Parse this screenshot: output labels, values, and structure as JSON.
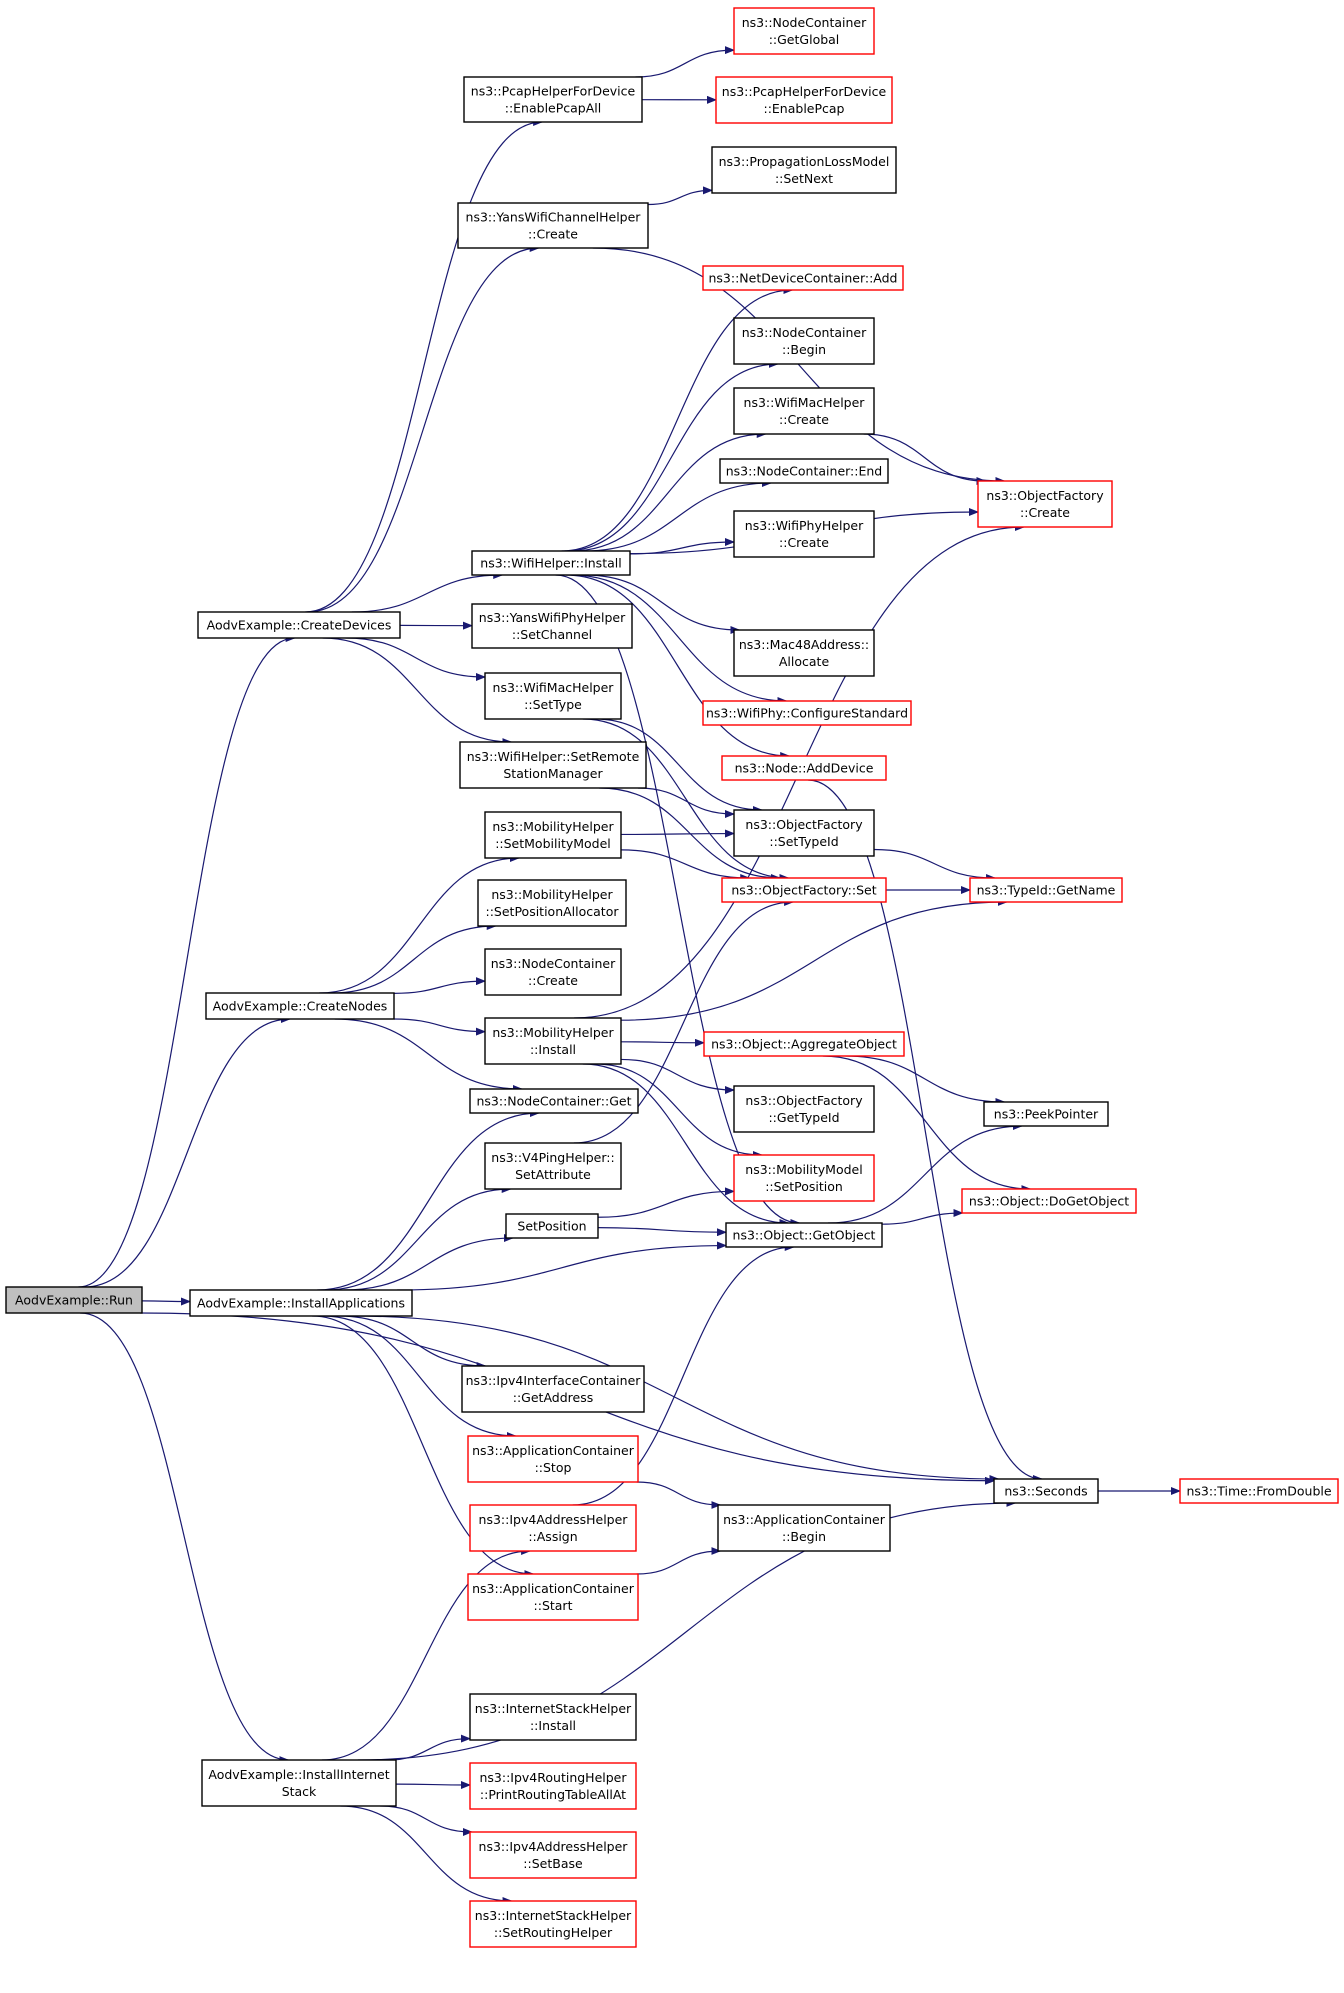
{
  "colors": {
    "edge": "#191970",
    "node_border_black": "#000000",
    "node_border_red": "#ff0000",
    "root_fill": "#bfbfbf",
    "node_fill": "#ffffff"
  },
  "nodes": [
    {
      "id": "run",
      "lines": [
        "AodvExample::Run"
      ],
      "style": "root"
    },
    {
      "id": "createDevices",
      "lines": [
        "AodvExample::CreateDevices"
      ],
      "style": "black"
    },
    {
      "id": "createNodes",
      "lines": [
        "AodvExample::CreateNodes"
      ],
      "style": "black"
    },
    {
      "id": "installApps",
      "lines": [
        "AodvExample::InstallApplications"
      ],
      "style": "black"
    },
    {
      "id": "installInternet",
      "lines": [
        "AodvExample::InstallInternet",
        "Stack"
      ],
      "style": "black"
    },
    {
      "id": "pcapAll",
      "lines": [
        "ns3::PcapHelperForDevice",
        "::EnablePcapAll"
      ],
      "style": "black"
    },
    {
      "id": "yansChanCreate",
      "lines": [
        "ns3::YansWifiChannelHelper",
        "::Create"
      ],
      "style": "black"
    },
    {
      "id": "wifiInstall",
      "lines": [
        "ns3::WifiHelper::Install"
      ],
      "style": "black"
    },
    {
      "id": "yansSetChannel",
      "lines": [
        "ns3::YansWifiPhyHelper",
        "::SetChannel"
      ],
      "style": "black"
    },
    {
      "id": "macSetType",
      "lines": [
        "ns3::WifiMacHelper",
        "::SetType"
      ],
      "style": "black"
    },
    {
      "id": "setRemote",
      "lines": [
        "ns3::WifiHelper::SetRemote",
        "StationManager"
      ],
      "style": "black"
    },
    {
      "id": "mobSetModel",
      "lines": [
        "ns3::MobilityHelper",
        "::SetMobilityModel"
      ],
      "style": "black"
    },
    {
      "id": "mobSetPos",
      "lines": [
        "ns3::MobilityHelper",
        "::SetPositionAllocator"
      ],
      "style": "black"
    },
    {
      "id": "ncCreate",
      "lines": [
        "ns3::NodeContainer",
        "::Create"
      ],
      "style": "black"
    },
    {
      "id": "mobInstall",
      "lines": [
        "ns3::MobilityHelper",
        "::Install"
      ],
      "style": "black"
    },
    {
      "id": "ncGet",
      "lines": [
        "ns3::NodeContainer::Get"
      ],
      "style": "black"
    },
    {
      "id": "v4ping",
      "lines": [
        "ns3::V4PingHelper::",
        "SetAttribute"
      ],
      "style": "black"
    },
    {
      "id": "setPosition",
      "lines": [
        "SetPosition"
      ],
      "style": "black"
    },
    {
      "id": "ipv4GetAddr",
      "lines": [
        "ns3::Ipv4InterfaceContainer",
        "::GetAddress"
      ],
      "style": "black"
    },
    {
      "id": "appStop",
      "lines": [
        "ns3::ApplicationContainer",
        "::Stop"
      ],
      "style": "red"
    },
    {
      "id": "ipv4Assign",
      "lines": [
        "ns3::Ipv4AddressHelper",
        "::Assign"
      ],
      "style": "red"
    },
    {
      "id": "appStart",
      "lines": [
        "ns3::ApplicationContainer",
        "::Start"
      ],
      "style": "red"
    },
    {
      "id": "inetInstall",
      "lines": [
        "ns3::InternetStackHelper",
        "::Install"
      ],
      "style": "black"
    },
    {
      "id": "printRouting",
      "lines": [
        "ns3::Ipv4RoutingHelper",
        "::PrintRoutingTableAllAt"
      ],
      "style": "red"
    },
    {
      "id": "ipv4SetBase",
      "lines": [
        "ns3::Ipv4AddressHelper",
        "::SetBase"
      ],
      "style": "red"
    },
    {
      "id": "setRoutingHelper",
      "lines": [
        "ns3::InternetStackHelper",
        "::SetRoutingHelper"
      ],
      "style": "red"
    },
    {
      "id": "ncGetGlobal",
      "lines": [
        "ns3::NodeContainer",
        "::GetGlobal"
      ],
      "style": "red"
    },
    {
      "id": "enablePcap",
      "lines": [
        "ns3::PcapHelperForDevice",
        "::EnablePcap"
      ],
      "style": "red"
    },
    {
      "id": "propSetNext",
      "lines": [
        "ns3::PropagationLossModel",
        "::SetNext"
      ],
      "style": "black"
    },
    {
      "id": "ndcAdd",
      "lines": [
        "ns3::NetDeviceContainer::Add"
      ],
      "style": "red"
    },
    {
      "id": "ncBegin",
      "lines": [
        "ns3::NodeContainer",
        "::Begin"
      ],
      "style": "black"
    },
    {
      "id": "macCreate",
      "lines": [
        "ns3::WifiMacHelper",
        "::Create"
      ],
      "style": "black"
    },
    {
      "id": "ncEnd",
      "lines": [
        "ns3::NodeContainer::End"
      ],
      "style": "black"
    },
    {
      "id": "phyCreate",
      "lines": [
        "ns3::WifiPhyHelper",
        "::Create"
      ],
      "style": "black"
    },
    {
      "id": "mac48",
      "lines": [
        "ns3::Mac48Address::",
        "Allocate"
      ],
      "style": "black"
    },
    {
      "id": "configStd",
      "lines": [
        "ns3::WifiPhy::ConfigureStandard"
      ],
      "style": "red"
    },
    {
      "id": "addDevice",
      "lines": [
        "ns3::Node::AddDevice"
      ],
      "style": "red"
    },
    {
      "id": "ofSetTypeId",
      "lines": [
        "ns3::ObjectFactory",
        "::SetTypeId"
      ],
      "style": "black"
    },
    {
      "id": "ofSet",
      "lines": [
        "ns3::ObjectFactory::Set"
      ],
      "style": "red"
    },
    {
      "id": "aggregate",
      "lines": [
        "ns3::Object::AggregateObject"
      ],
      "style": "red"
    },
    {
      "id": "ofGetTypeId",
      "lines": [
        "ns3::ObjectFactory",
        "::GetTypeId"
      ],
      "style": "black"
    },
    {
      "id": "mmSetPos",
      "lines": [
        "ns3::MobilityModel",
        "::SetPosition"
      ],
      "style": "red"
    },
    {
      "id": "getObject",
      "lines": [
        "ns3::Object::GetObject"
      ],
      "style": "black"
    },
    {
      "id": "appBegin",
      "lines": [
        "ns3::ApplicationContainer",
        "::Begin"
      ],
      "style": "black"
    },
    {
      "id": "ofCreate",
      "lines": [
        "ns3::ObjectFactory",
        "::Create"
      ],
      "style": "red"
    },
    {
      "id": "typeGetName",
      "lines": [
        "ns3::TypeId::GetName"
      ],
      "style": "red"
    },
    {
      "id": "peek",
      "lines": [
        "ns3::PeekPointer"
      ],
      "style": "black"
    },
    {
      "id": "doGetObject",
      "lines": [
        "ns3::Object::DoGetObject"
      ],
      "style": "red"
    },
    {
      "id": "seconds",
      "lines": [
        "ns3::Seconds"
      ],
      "style": "black"
    },
    {
      "id": "fromDouble",
      "lines": [
        "ns3::Time::FromDouble"
      ],
      "style": "red"
    }
  ],
  "edges": [
    [
      "run",
      "createDevices"
    ],
    [
      "run",
      "createNodes"
    ],
    [
      "run",
      "installApps"
    ],
    [
      "run",
      "installInternet"
    ],
    [
      "run",
      "seconds"
    ],
    [
      "createDevices",
      "pcapAll"
    ],
    [
      "createDevices",
      "yansChanCreate"
    ],
    [
      "createDevices",
      "wifiInstall"
    ],
    [
      "createDevices",
      "yansSetChannel"
    ],
    [
      "createDevices",
      "macSetType"
    ],
    [
      "createDevices",
      "setRemote"
    ],
    [
      "pcapAll",
      "ncGetGlobal"
    ],
    [
      "pcapAll",
      "enablePcap"
    ],
    [
      "yansChanCreate",
      "propSetNext"
    ],
    [
      "yansChanCreate",
      "ofCreate"
    ],
    [
      "wifiInstall",
      "ndcAdd"
    ],
    [
      "wifiInstall",
      "ncBegin"
    ],
    [
      "wifiInstall",
      "macCreate"
    ],
    [
      "wifiInstall",
      "ncEnd"
    ],
    [
      "wifiInstall",
      "phyCreate"
    ],
    [
      "wifiInstall",
      "ofCreate"
    ],
    [
      "wifiInstall",
      "mac48"
    ],
    [
      "wifiInstall",
      "configStd"
    ],
    [
      "wifiInstall",
      "addDevice"
    ],
    [
      "wifiInstall",
      "getObject"
    ],
    [
      "macCreate",
      "ofCreate"
    ],
    [
      "macSetType",
      "ofSetTypeId"
    ],
    [
      "macSetType",
      "ofSet"
    ],
    [
      "setRemote",
      "ofSetTypeId"
    ],
    [
      "setRemote",
      "ofSet"
    ],
    [
      "addDevice",
      "seconds"
    ],
    [
      "createNodes",
      "mobSetModel"
    ],
    [
      "createNodes",
      "mobSetPos"
    ],
    [
      "createNodes",
      "ncCreate"
    ],
    [
      "createNodes",
      "mobInstall"
    ],
    [
      "createNodes",
      "ncGet"
    ],
    [
      "mobSetModel",
      "ofSetTypeId"
    ],
    [
      "mobSetModel",
      "ofSet"
    ],
    [
      "mobInstall",
      "ofCreate"
    ],
    [
      "mobInstall",
      "typeGetName"
    ],
    [
      "mobInstall",
      "aggregate"
    ],
    [
      "mobInstall",
      "ofGetTypeId"
    ],
    [
      "mobInstall",
      "mmSetPos"
    ],
    [
      "mobInstall",
      "getObject"
    ],
    [
      "ofSetTypeId",
      "typeGetName"
    ],
    [
      "ofSet",
      "typeGetName"
    ],
    [
      "aggregate",
      "peek"
    ],
    [
      "aggregate",
      "doGetObject"
    ],
    [
      "getObject",
      "peek"
    ],
    [
      "getObject",
      "doGetObject"
    ],
    [
      "v4ping",
      "ofSet"
    ],
    [
      "setPosition",
      "mmSetPos"
    ],
    [
      "setPosition",
      "getObject"
    ],
    [
      "installApps",
      "ncGet"
    ],
    [
      "installApps",
      "v4ping"
    ],
    [
      "installApps",
      "setPosition"
    ],
    [
      "installApps",
      "getObject"
    ],
    [
      "installApps",
      "ipv4GetAddr"
    ],
    [
      "installApps",
      "appStop"
    ],
    [
      "installApps",
      "appStart"
    ],
    [
      "installApps",
      "seconds"
    ],
    [
      "appStop",
      "appBegin"
    ],
    [
      "appStart",
      "appBegin"
    ],
    [
      "ipv4Assign",
      "getObject"
    ],
    [
      "installInternet",
      "ipv4Assign"
    ],
    [
      "installInternet",
      "inetInstall"
    ],
    [
      "installInternet",
      "printRouting"
    ],
    [
      "installInternet",
      "ipv4SetBase"
    ],
    [
      "installInternet",
      "setRoutingHelper"
    ],
    [
      "installInternet",
      "seconds"
    ],
    [
      "seconds",
      "fromDouble"
    ]
  ]
}
